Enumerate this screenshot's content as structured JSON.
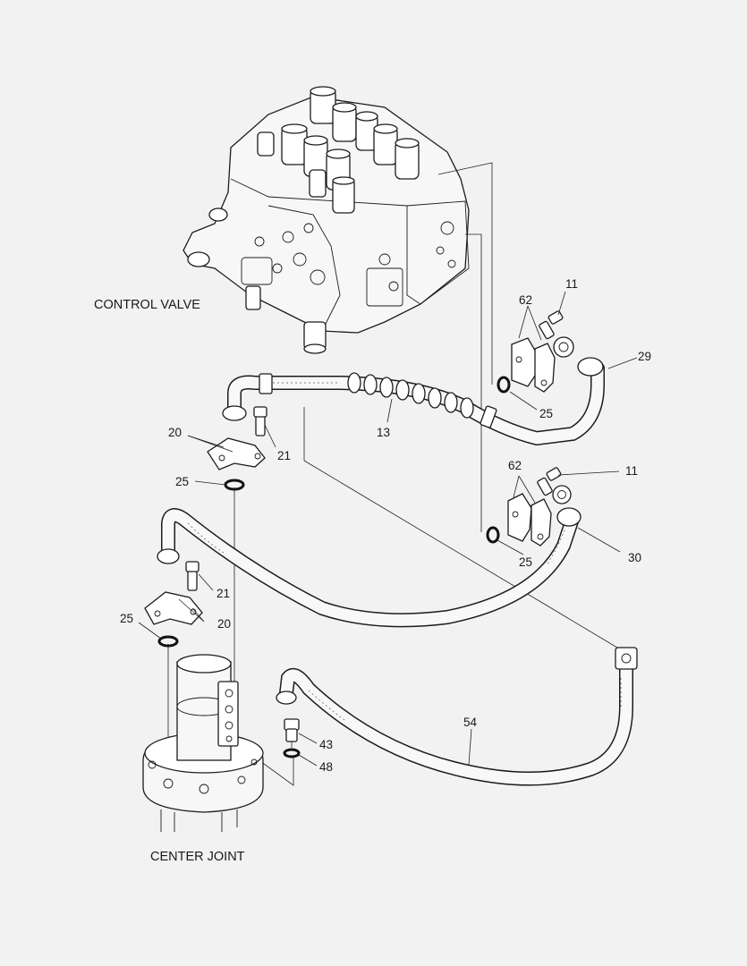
{
  "captions": {
    "control_valve": "CONTROL VALVE",
    "center_joint": "CENTER JOINT"
  },
  "callouts": {
    "n11_top": "11",
    "n62_top": "62",
    "n29": "29",
    "n25_top_right": "25",
    "n13": "13",
    "n20_top": "20",
    "n21_top": "21",
    "n25_left_top": "25",
    "n62_mid": "62",
    "n11_mid": "11",
    "n25_mid_right": "25",
    "n30": "30",
    "n21_mid": "21",
    "n20_mid": "20",
    "n25_left_mid": "25",
    "n54": "54",
    "n43": "43",
    "n48": "48"
  },
  "colors": {
    "background": "#f2f2f2",
    "line": "#1c1c1c"
  }
}
